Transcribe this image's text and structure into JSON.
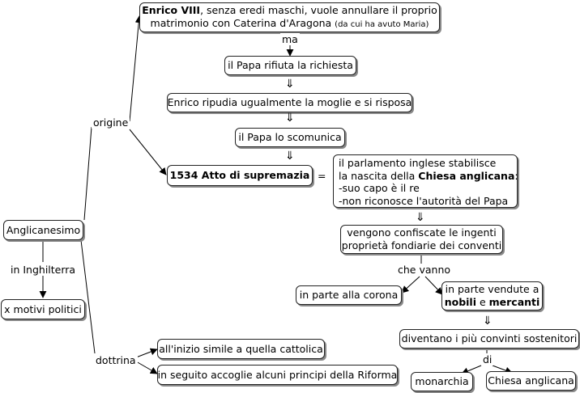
{
  "nodes": {
    "enrico_bold": "Enrico VIII",
    "enrico_rest1": ", senza eredi maschi, vuole annullare il proprio",
    "enrico_line2": "matrimonio con Caterina d'Aragona",
    "enrico_small": "(da cui ha avuto Maria)",
    "papa_rifiuta": "il Papa rifiuta la richiesta",
    "enrico_ripudia": "Enrico ripudia ugualmente la moglie e si risposa",
    "papa_scomunica": "il Papa lo scomunica",
    "atto": "1534 Atto di supremazia",
    "parlamento_line1": "il parlamento inglese stabilisce",
    "parlamento_line2a": "la nascita della ",
    "parlamento_line2b": "Chiesa anglicana",
    "parlamento_line2c": ":",
    "parlamento_line3": "-suo capo è il re",
    "parlamento_line4": "-non riconosce l'autorità del Papa",
    "confiscate_line1": "vengono confiscate le ingenti",
    "confiscate_line2": "proprietà fondiarie dei conventi",
    "corona": "in parte alla corona",
    "vendute_line1": "in parte vendute a",
    "vendute_b1": "nobili",
    "vendute_e": " e ",
    "vendute_b2": "mercanti",
    "sostenitori": "diventano i più convinti sostenitori",
    "monarchia": "monarchia",
    "chiesa_anglicana": "Chiesa anglicana",
    "anglicanesimo": "Anglicanesimo",
    "motivi": "x motivi politici",
    "simile": "all'inizio simile a quella cattolica",
    "riforma": "in seguito accoglie alcuni principi della Riforma"
  },
  "labels": {
    "ma": "ma",
    "origine": "origine",
    "dottrina": "dottrina",
    "in_inghilterra": "in Inghilterra",
    "che_vanno": "che vanno",
    "di": "di",
    "equals": "=",
    "implies": "⇓"
  }
}
